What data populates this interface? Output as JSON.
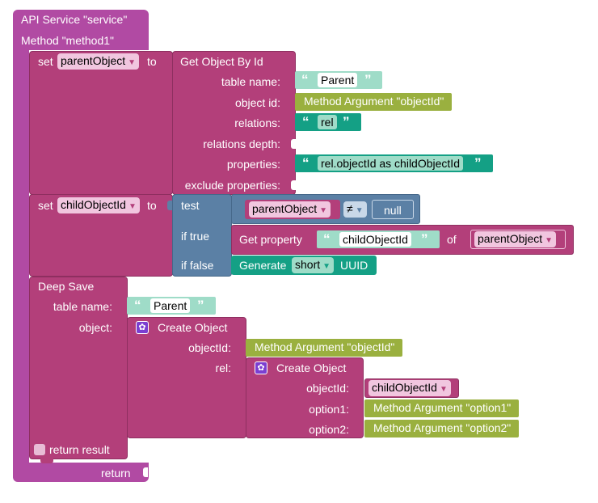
{
  "colors": {
    "purple": "#b14aa3",
    "magenta": "#b33f7a",
    "teal": "#14a085",
    "teal_light": "#9fdcc8",
    "olive": "#9ab03f",
    "blue": "#5b80a5"
  },
  "service": {
    "header": "API Service \"service\"",
    "method": "Method \"method1\"",
    "return_label": "return"
  },
  "set_parent": {
    "set": "set",
    "var": "parentObject",
    "to": "to"
  },
  "get_object": {
    "title": "Get Object By Id",
    "table_label": "table name:",
    "table_value": "Parent",
    "object_id_label": "object id:",
    "object_id_value": "Method Argument \"objectId\"",
    "relations_label": "relations:",
    "relations_value": "rel",
    "relations_depth_label": "relations depth:",
    "properties_label": "properties:",
    "properties_value": "rel.objectId as childObjectId",
    "exclude_label": "exclude properties:"
  },
  "set_child": {
    "set": "set",
    "var": "childObjectId",
    "to": "to"
  },
  "ternary": {
    "test": "test",
    "if_true": "if true",
    "if_false": "if false",
    "compare_var": "parentObject",
    "operator": "≠",
    "null_value": "null",
    "get_property": "Get property",
    "property_name": "childObjectId",
    "of": "of",
    "of_var": "parentObject",
    "generate": "Generate",
    "uuid_type": "short",
    "uuid": "UUID"
  },
  "deep_save": {
    "title": "Deep Save",
    "table_label": "table name:",
    "table_value": "Parent",
    "object_label": "object:",
    "create_object": "Create Object",
    "objectid_label": "objectId:",
    "objectid_value": "Method Argument \"objectId\"",
    "rel_label": "rel:",
    "inner_create_object": "Create Object",
    "inner_objectid_label": "objectId:",
    "inner_objectid_var": "childObjectId",
    "option1_label": "option1:",
    "option1_value": "Method Argument \"option1\"",
    "option2_label": "option2:",
    "option2_value": "Method Argument \"option2\"",
    "return_result": "return result"
  }
}
